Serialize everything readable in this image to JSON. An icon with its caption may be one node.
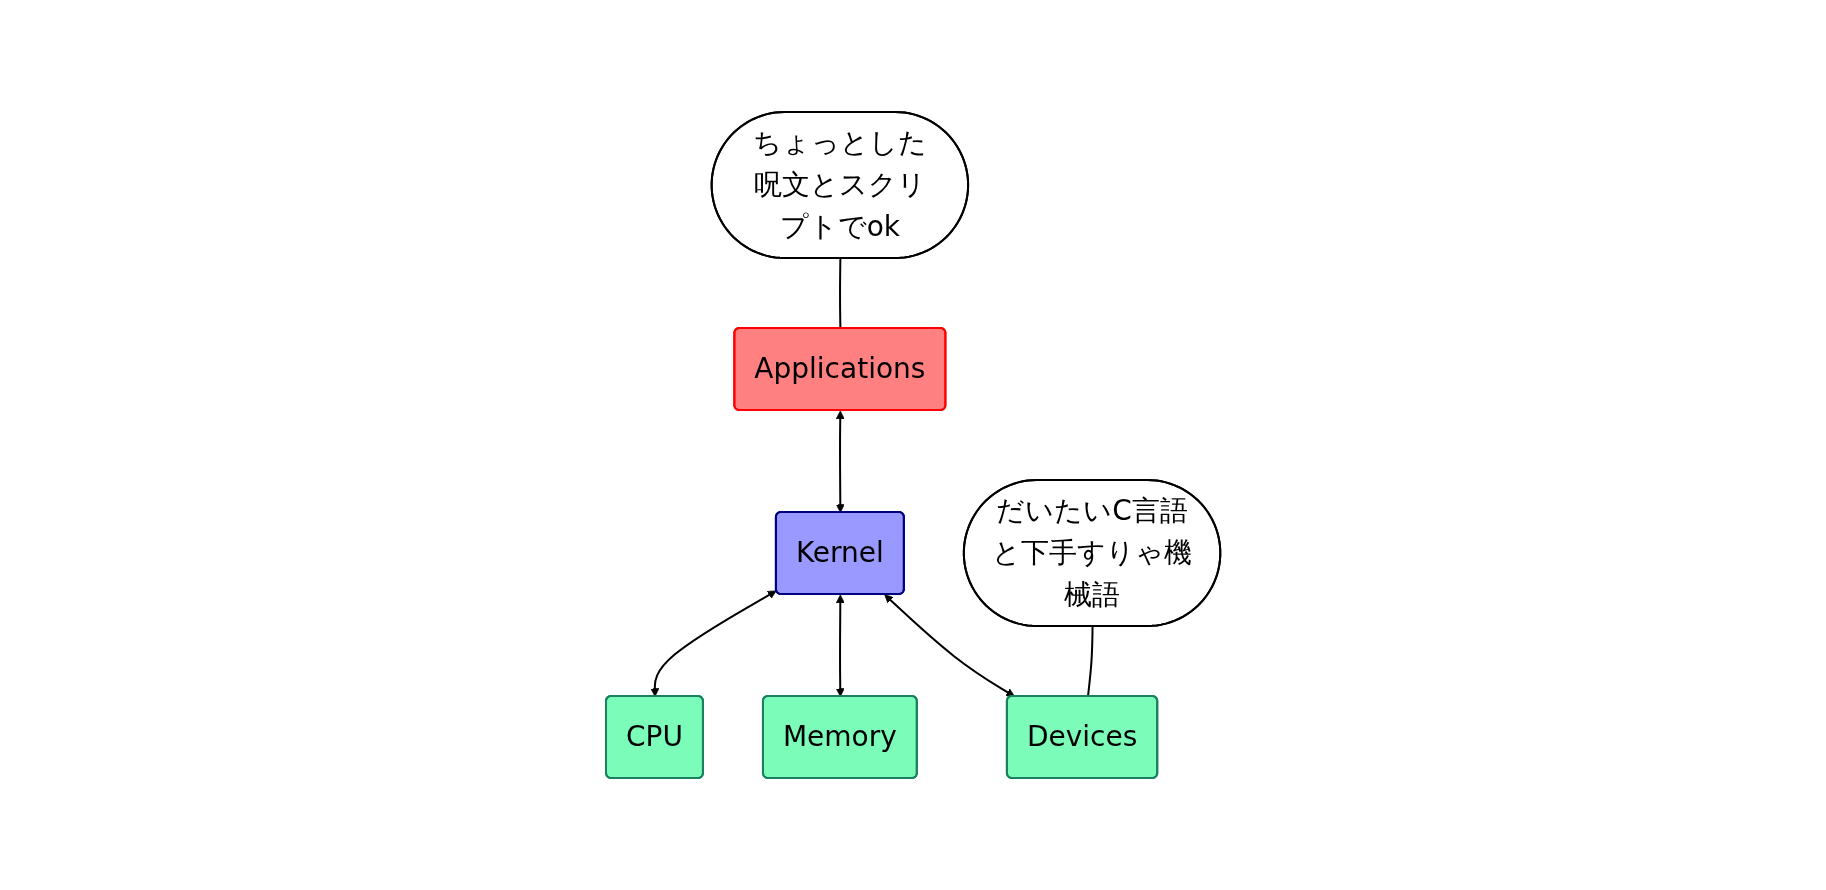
{
  "diagram": {
    "nodes": [
      {
        "text": [
          "Applications"
        ]
      },
      {
        "text": [
          "Kernel"
        ]
      },
      {
        "text": [
          "CPU"
        ]
      },
      {
        "text": [
          "Memory"
        ]
      },
      {
        "text": [
          "Devices"
        ]
      },
      {
        "text": [
          "ちょっとした呪文とスクリプトでok"
        ]
      },
      {
        "text": [
          "だいたいC言語と下手すりゃ機械語"
        ]
      }
    ],
    "edges": [
      {
        "from": 0,
        "to": 1,
        "arrow": "both"
      },
      {
        "from": 1,
        "to": 2,
        "arrow": "both"
      },
      {
        "from": 1,
        "to": 3,
        "arrow": "both"
      },
      {
        "from": 1,
        "to": 4,
        "arrow": "both"
      },
      {
        "from": 5,
        "to": 0,
        "arrow": "none"
      },
      {
        "from": 6,
        "to": 4,
        "arrow": "none"
      }
    ]
  }
}
